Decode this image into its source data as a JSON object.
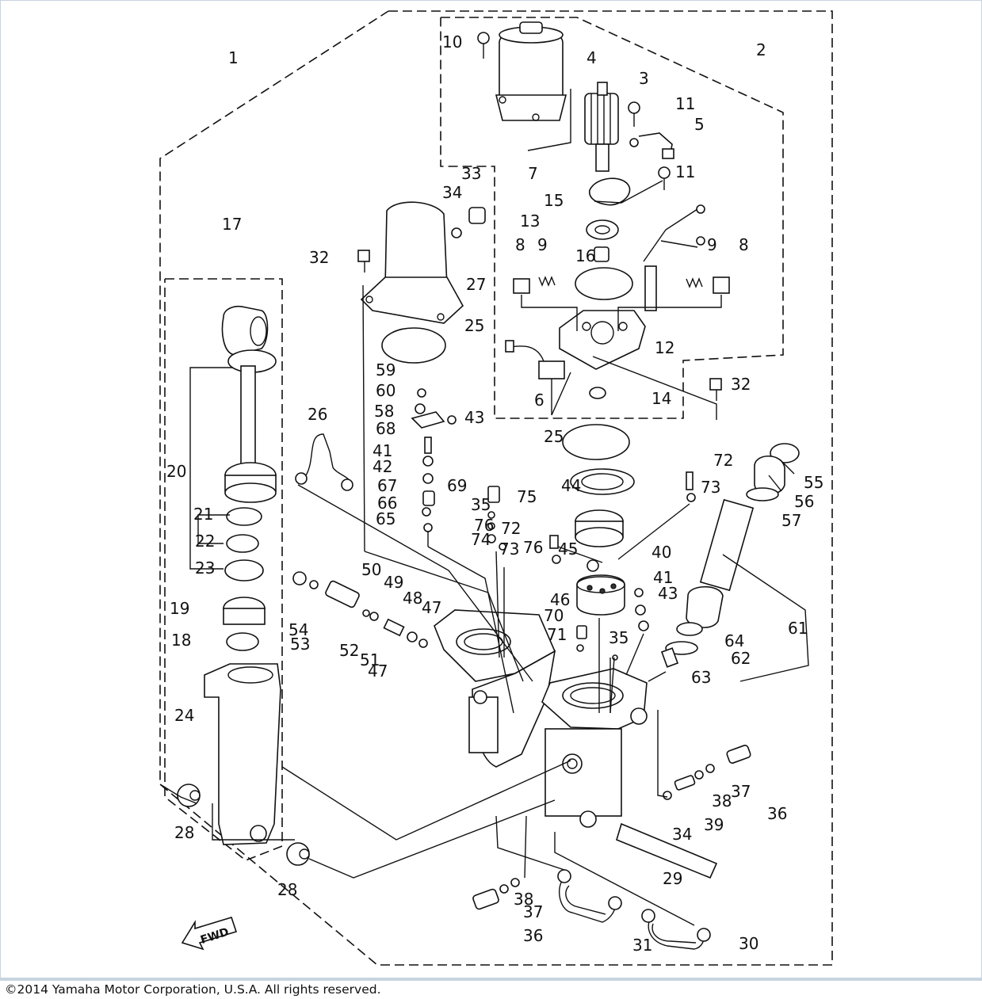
{
  "copyright": "©2014 Yamaha Motor Corporation, U.S.A. All rights reserved.",
  "diagram": {
    "fwd_label": "FWD",
    "callouts": [
      {
        "label": "1"
      },
      {
        "label": "2"
      },
      {
        "label": "3"
      },
      {
        "label": "4"
      },
      {
        "label": "5"
      },
      {
        "label": "6"
      },
      {
        "label": "7"
      },
      {
        "label": "8"
      },
      {
        "label": "8"
      },
      {
        "label": "9"
      },
      {
        "label": "9"
      },
      {
        "label": "10"
      },
      {
        "label": "11"
      },
      {
        "label": "11"
      },
      {
        "label": "12"
      },
      {
        "label": "13"
      },
      {
        "label": "14"
      },
      {
        "label": "15"
      },
      {
        "label": "16"
      },
      {
        "label": "17"
      },
      {
        "label": "18"
      },
      {
        "label": "19"
      },
      {
        "label": "20"
      },
      {
        "label": "21"
      },
      {
        "label": "22"
      },
      {
        "label": "23"
      },
      {
        "label": "24"
      },
      {
        "label": "25"
      },
      {
        "label": "25"
      },
      {
        "label": "26"
      },
      {
        "label": "27"
      },
      {
        "label": "28"
      },
      {
        "label": "28"
      },
      {
        "label": "29"
      },
      {
        "label": "30"
      },
      {
        "label": "31"
      },
      {
        "label": "32"
      },
      {
        "label": "32"
      },
      {
        "label": "33"
      },
      {
        "label": "34"
      },
      {
        "label": "34"
      },
      {
        "label": "35"
      },
      {
        "label": "35"
      },
      {
        "label": "36"
      },
      {
        "label": "36"
      },
      {
        "label": "37"
      },
      {
        "label": "37"
      },
      {
        "label": "38"
      },
      {
        "label": "38"
      },
      {
        "label": "39"
      },
      {
        "label": "40"
      },
      {
        "label": "41"
      },
      {
        "label": "41"
      },
      {
        "label": "42"
      },
      {
        "label": "43"
      },
      {
        "label": "43"
      },
      {
        "label": "44"
      },
      {
        "label": "45"
      },
      {
        "label": "46"
      },
      {
        "label": "47"
      },
      {
        "label": "47"
      },
      {
        "label": "48"
      },
      {
        "label": "49"
      },
      {
        "label": "50"
      },
      {
        "label": "51"
      },
      {
        "label": "52"
      },
      {
        "label": "53"
      },
      {
        "label": "54"
      },
      {
        "label": "55"
      },
      {
        "label": "56"
      },
      {
        "label": "57"
      },
      {
        "label": "58"
      },
      {
        "label": "59"
      },
      {
        "label": "60"
      },
      {
        "label": "61"
      },
      {
        "label": "62"
      },
      {
        "label": "63"
      },
      {
        "label": "64"
      },
      {
        "label": "65"
      },
      {
        "label": "66"
      },
      {
        "label": "67"
      },
      {
        "label": "68"
      },
      {
        "label": "69"
      },
      {
        "label": "70"
      },
      {
        "label": "71"
      },
      {
        "label": "72"
      },
      {
        "label": "72"
      },
      {
        "label": "73"
      },
      {
        "label": "73"
      },
      {
        "label": "74"
      },
      {
        "label": "75"
      },
      {
        "label": "76"
      },
      {
        "label": "76"
      }
    ]
  }
}
